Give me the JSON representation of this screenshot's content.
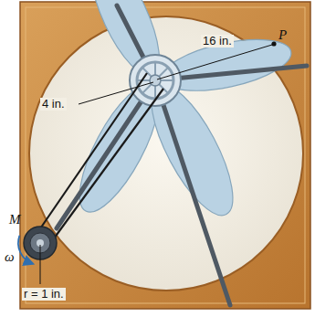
{
  "diagram": {
    "labels": [
      "4 in.",
      "16 in.",
      "P",
      "M",
      "ω",
      "r = 1 in."
    ]
  }
}
